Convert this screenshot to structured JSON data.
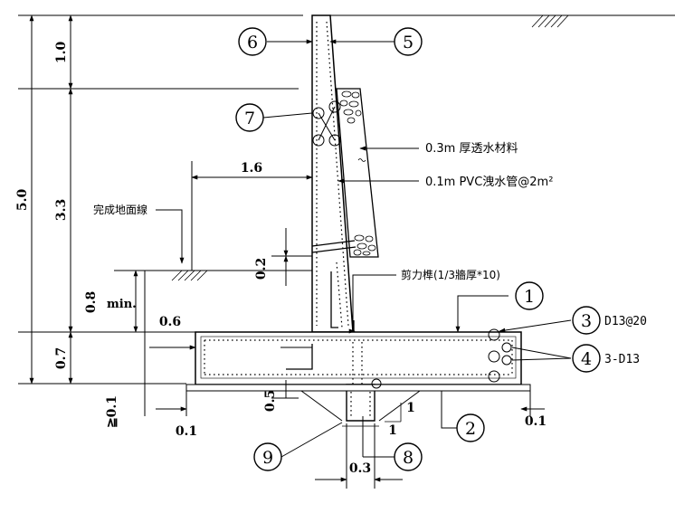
{
  "dimensions": {
    "total_height": "5.0",
    "top_section": "1.0",
    "middle_section": "3.3",
    "embed_min": "0.8",
    "min_label": "min.",
    "footing_height": "0.7",
    "heel_offset": "1.6",
    "drain_height": "0.2",
    "toe_offset": "0.6",
    "key_depth": "0.5",
    "lean_thickness": "≧0.1",
    "lean_left_ext": "0.1",
    "lean_right_ext": "0.1",
    "key_width": "0.3",
    "key_slope_v": "1",
    "key_slope_h": "1"
  },
  "callouts": {
    "c1": "1",
    "c2": "2",
    "c3": "3",
    "c4": "4",
    "c5": "5",
    "c6": "6",
    "c7": "7",
    "c8": "8",
    "c9": "9"
  },
  "labels": {
    "bar3": "D13@20",
    "bar4": "3-D13",
    "filter": "0.3m 厚透水材料",
    "pvc_drain": "0.1m PVC洩水管@2m²",
    "finished_grade": "完成地面線",
    "shear_key": "剪力榫(1/3牆厚*10)"
  }
}
